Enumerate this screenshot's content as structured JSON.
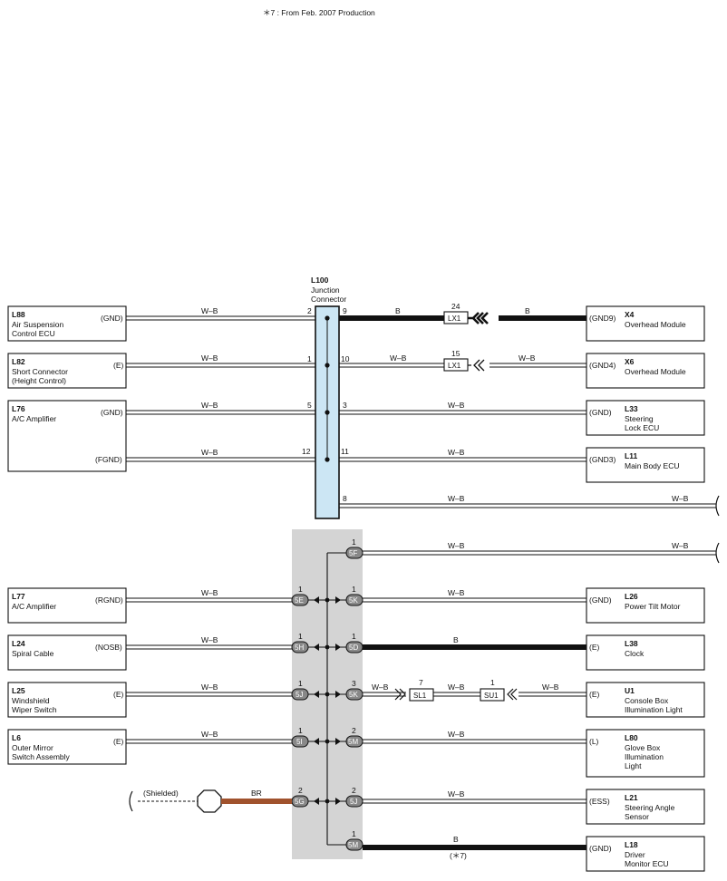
{
  "note": "＊7 : From Feb.  2007 Production",
  "junction": {
    "id": "L100",
    "line1": "Junction",
    "line2": "Connector"
  },
  "left_components": [
    {
      "id": "L88",
      "name_lines": [
        "Air Suspension",
        "Control ECU"
      ],
      "terminals": [
        "(GND)"
      ]
    },
    {
      "id": "L82",
      "name_lines": [
        "Short Connector",
        "(Height Control)"
      ],
      "terminals": [
        "(E)"
      ]
    },
    {
      "id": "L76",
      "name_lines": [
        "A/C Amplifier"
      ],
      "terminals": [
        "(GND)",
        "(FGND)"
      ]
    },
    {
      "id": "L77",
      "name_lines": [
        "A/C Amplifier"
      ],
      "terminals": [
        "(RGND)"
      ]
    },
    {
      "id": "L24",
      "name_lines": [
        "Spiral Cable"
      ],
      "terminals": [
        "(NOSB)"
      ]
    },
    {
      "id": "L25",
      "name_lines": [
        "Windshield",
        "Wiper Switch"
      ],
      "terminals": [
        "(E)"
      ]
    },
    {
      "id": "L6",
      "name_lines": [
        "Outer Mirror",
        "Switch Assembly"
      ],
      "terminals": [
        "(E)"
      ]
    }
  ],
  "right_components": [
    {
      "id": "X4",
      "name_lines": [
        "Overhead Module"
      ],
      "terminal": "(GND9)"
    },
    {
      "id": "X6",
      "name_lines": [
        "Overhead Module"
      ],
      "terminal": "(GND4)"
    },
    {
      "id": "L33",
      "name_lines": [
        "Steering",
        "Lock ECU"
      ],
      "terminal": "(GND)"
    },
    {
      "id": "L11",
      "name_lines": [
        "Main Body ECU"
      ],
      "terminal": "(GND3)"
    },
    {
      "id": "L26",
      "name_lines": [
        "Power Tilt Motor"
      ],
      "terminal": "(GND)"
    },
    {
      "id": "L38",
      "name_lines": [
        "Clock"
      ],
      "terminal": "(E)"
    },
    {
      "id": "U1",
      "name_lines": [
        "Console Box",
        "Illumination Light"
      ],
      "terminal": "(E)"
    },
    {
      "id": "L80",
      "name_lines": [
        "Glove Box",
        "Illumination",
        "Light"
      ],
      "terminal": "(L)"
    },
    {
      "id": "L21",
      "name_lines": [
        "Steering Angle",
        "Sensor"
      ],
      "terminal": "(ESS)"
    },
    {
      "id": "L18",
      "name_lines": [
        "Driver",
        "Monitor ECU"
      ],
      "terminal": "(GND)"
    }
  ],
  "wire_colors": {
    "wb": "W–B",
    "b": "B",
    "br": "BR"
  },
  "junction_pins": {
    "left": [
      "2",
      "1",
      "5",
      "12"
    ],
    "right": [
      "9",
      "10",
      "3",
      "11",
      "8"
    ]
  },
  "inline_connectors": {
    "lx1": "LX1",
    "lx1_pin_top": "24",
    "lx1_pin_mid": "15",
    "sl1": "SL1",
    "sl1_pin": "7",
    "su1": "SU1",
    "su1_pin": "1"
  },
  "splice_connectors": {
    "left": [
      {
        "code": "5E",
        "pin": "1"
      },
      {
        "code": "5H",
        "pin": "1"
      },
      {
        "code": "5J",
        "pin": "1"
      },
      {
        "code": "5I",
        "pin": "1"
      },
      {
        "code": "5G",
        "pin": "2"
      }
    ],
    "right": [
      {
        "code": "5F",
        "pin": "1"
      },
      {
        "code": "5K",
        "pin": "1"
      },
      {
        "code": "5D",
        "pin": "1"
      },
      {
        "code": "5K",
        "pin": "3"
      },
      {
        "code": "5M",
        "pin": "2"
      },
      {
        "code": "5J",
        "pin": "2"
      },
      {
        "code": "5M",
        "pin": "1"
      }
    ]
  },
  "shielded_label": "(Shielded)",
  "note_ref": "(＊7)",
  "colors": {
    "junction_fill": "#cce6f4",
    "splice_bg": "#d4d4d4",
    "br_wire": "#a0522d",
    "line": "#111111"
  }
}
